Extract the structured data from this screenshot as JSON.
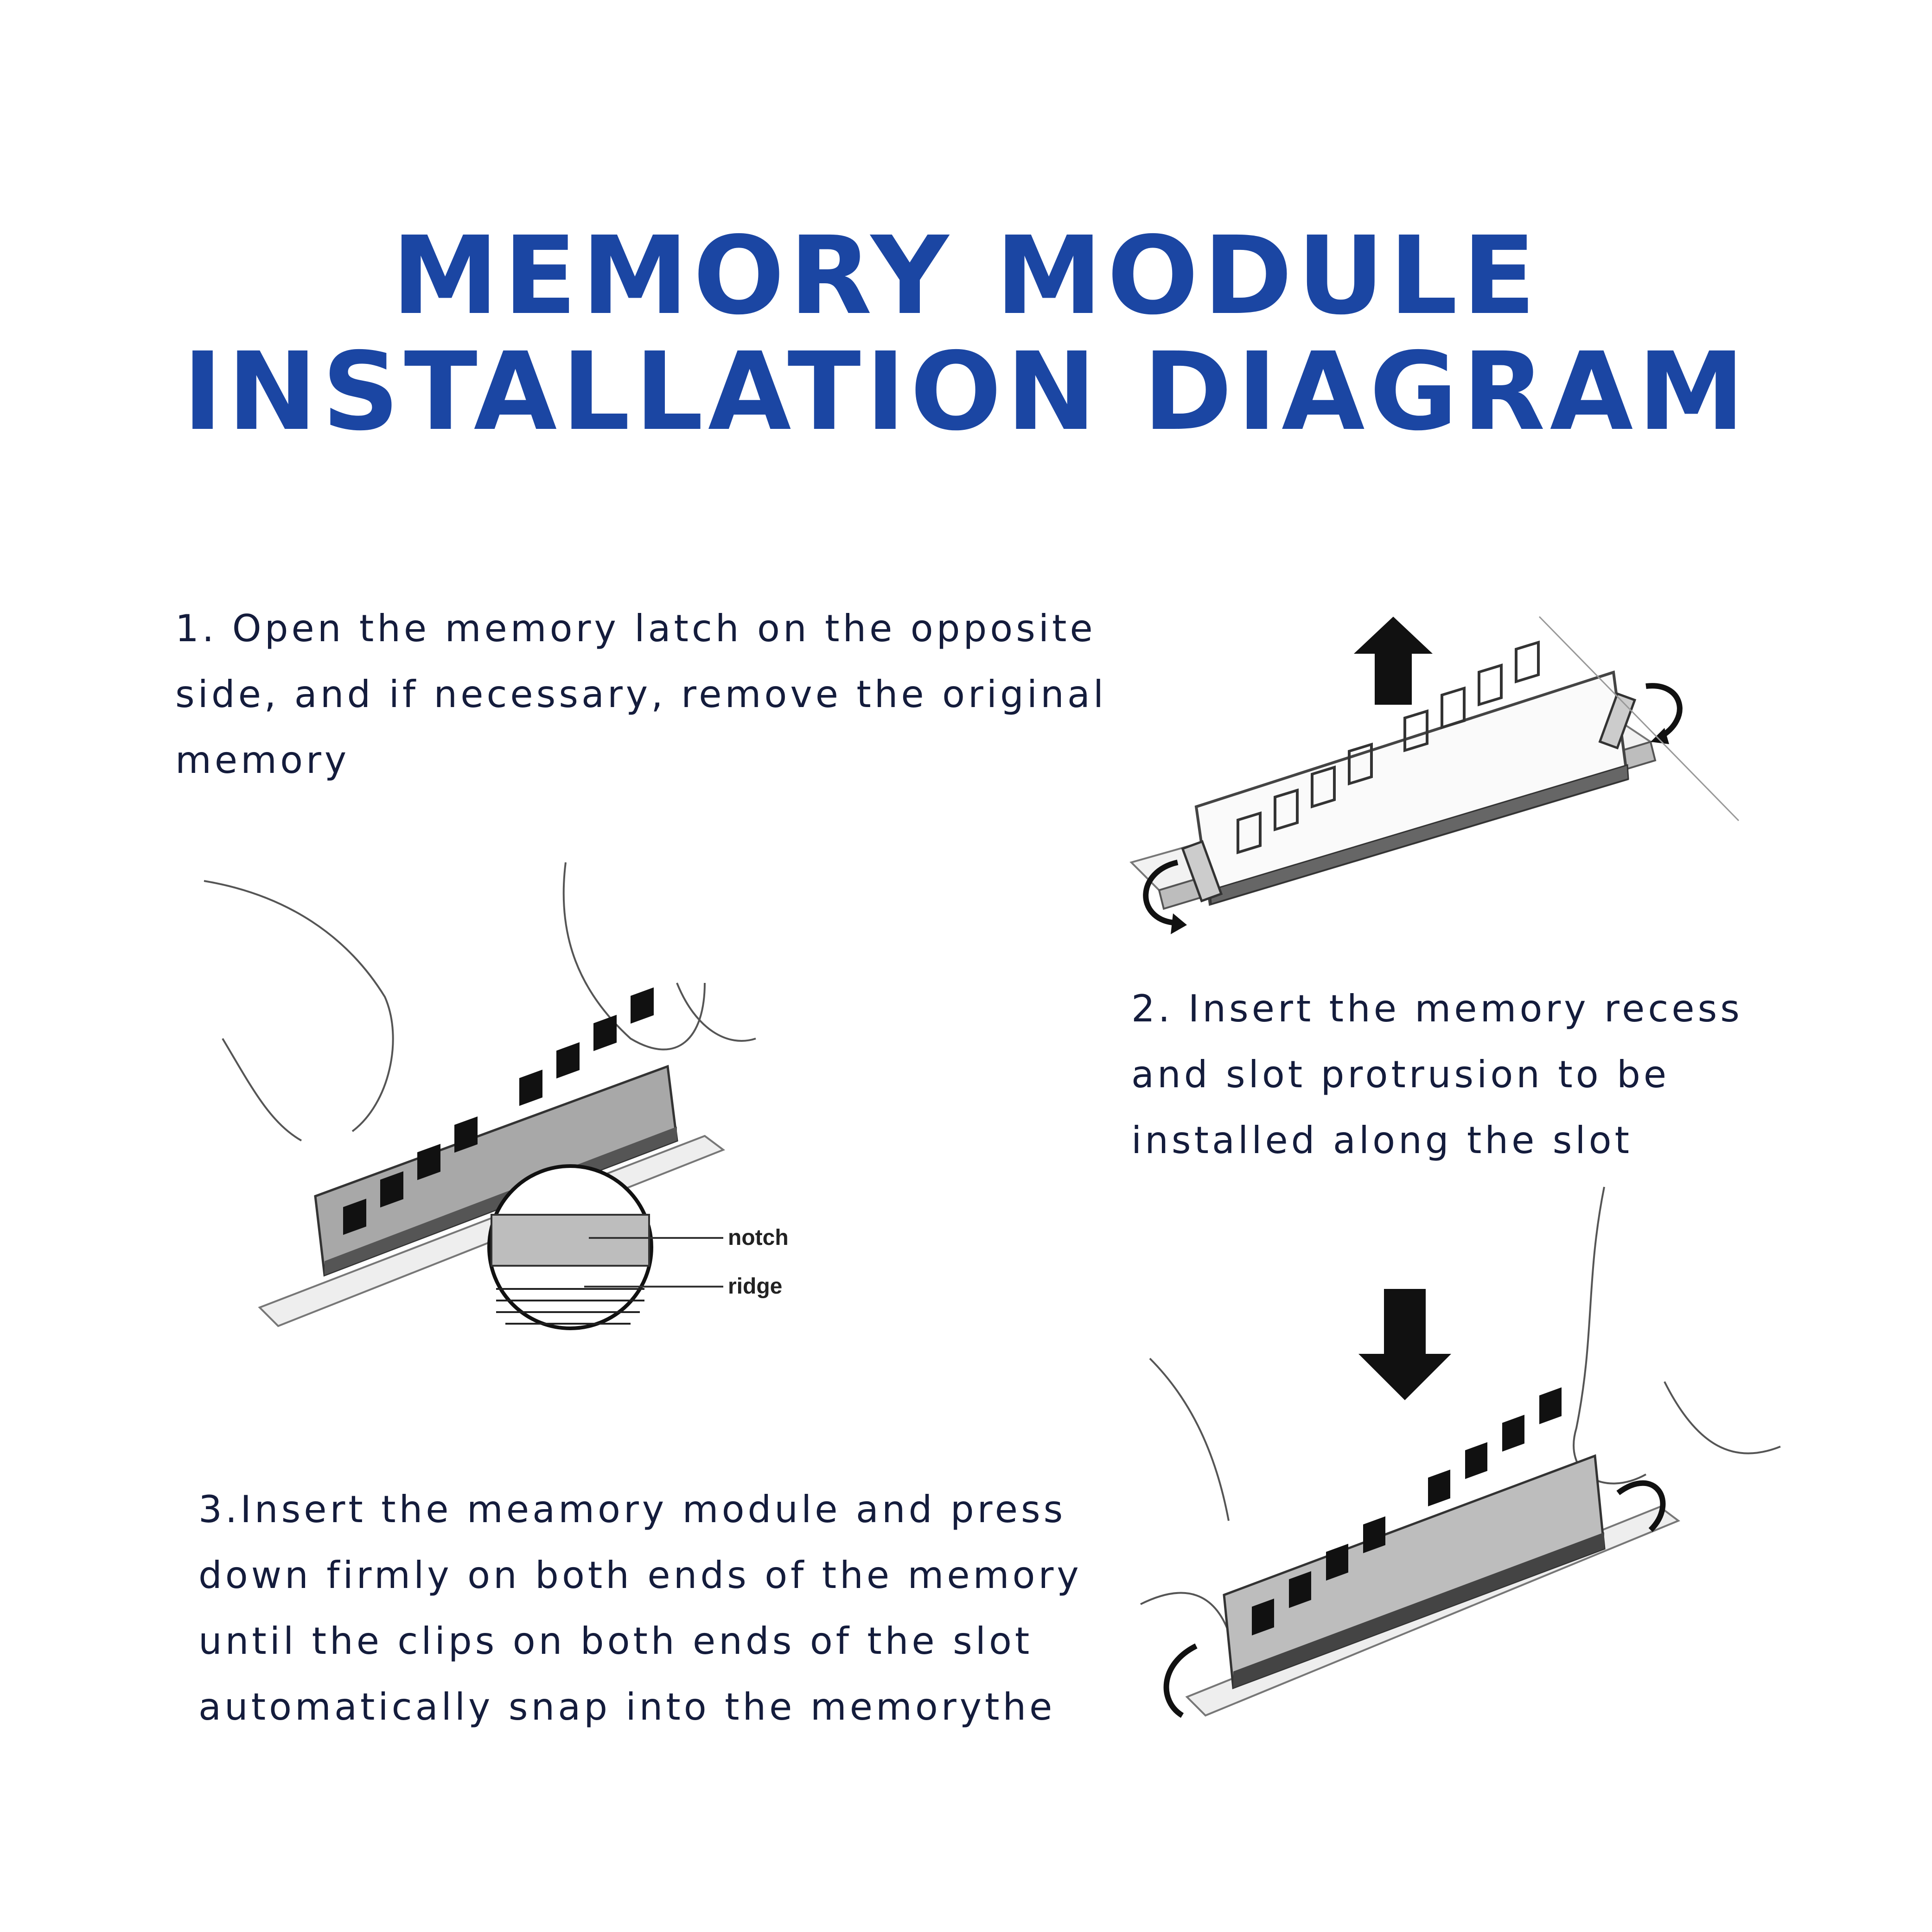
{
  "title": {
    "line1": "MEMORY MODULE",
    "line2": "INSTALLATION DIAGRAM"
  },
  "steps": [
    {
      "lines": [
        "1. Open the memory latch on the opposite",
        "side, and if necessary, remove the original",
        "memory"
      ]
    },
    {
      "lines": [
        "2. Insert the memory recess",
        "and slot protrusion to be",
        "installed along the slot"
      ]
    },
    {
      "lines": [
        "3.Insert the meamory module and press",
        "down firmly on both ends of the memory",
        "until the clips on both ends of the slot",
        "automatically snap into the memorythe"
      ]
    }
  ],
  "figure_labels": {
    "notch": "notch",
    "ridge": "ridge"
  },
  "colors": {
    "title": "#1b46a3",
    "body_text": "#141c3c"
  },
  "icons": [
    "arrow-up-icon",
    "arrow-down-icon",
    "rotate-clip-icon"
  ]
}
